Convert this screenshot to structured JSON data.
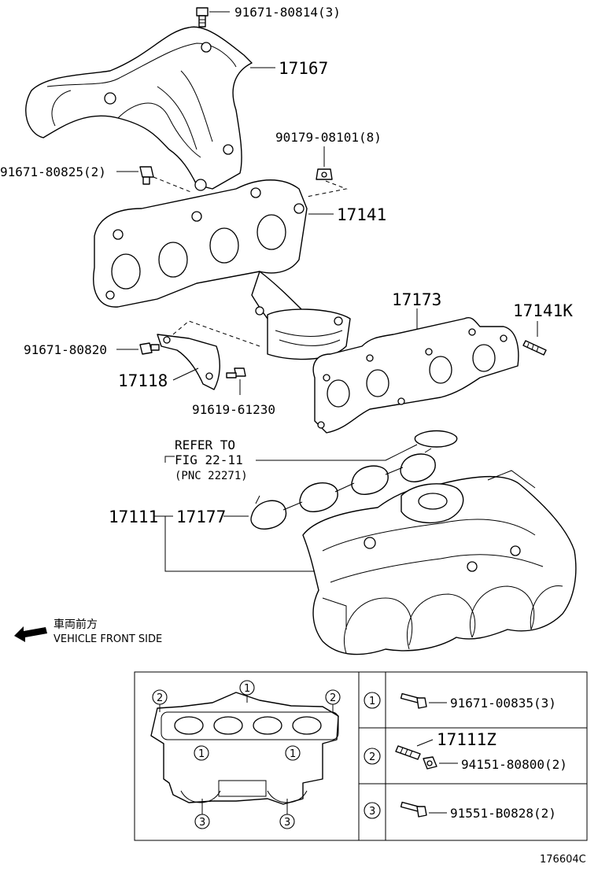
{
  "labels": {
    "p_91671_80814": "91671-80814(3)",
    "p_17167": "17167",
    "p_90179_08101": "90179-08101(8)",
    "p_91671_80825": "91671-80825(2)",
    "p_17141": "17141",
    "p_17173": "17173",
    "p_17141k": "17141K",
    "p_91671_80820": "91671-80820",
    "p_17118": "17118",
    "p_91619_61230": "91619-61230",
    "refer_to": "REFER TO",
    "fig": "FIG 22-11",
    "pnc": "(PNC 22271)",
    "p_17111": "17111",
    "p_17177": "17177",
    "vehicle_front_jp": "車両前方",
    "vehicle_front_en": "VEHICLE FRONT SIDE",
    "p_91671_00835": "91671-00835(3)",
    "p_17111z": "17111Z",
    "p_94151_80800": "94151-80800(2)",
    "p_91551_b0828": "91551-B0828(2)",
    "figure_id": "176604C"
  },
  "legend": {
    "n1": "1",
    "n2": "2",
    "n3": "3"
  }
}
